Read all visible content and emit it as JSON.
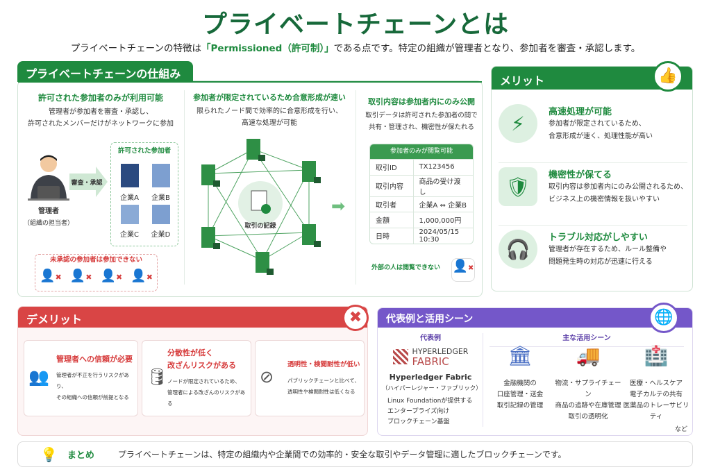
{
  "title": "プライベートチェーンとは",
  "subtitle": {
    "before": "プライベートチェーンの特徴は",
    "highlight": "「Permissioned（許可制）」",
    "after": "である点です。特定の組織が管理者となり、参加者を審査・承認します。"
  },
  "mechanism": {
    "header": "プライベートチェーンの仕組み",
    "col1": {
      "title": "許可された参加者のみが利用可能",
      "desc1": "管理者が参加者を審査・承認し、",
      "desc2": "許可されたメンバーだけがネットワークに参加",
      "admin": "管理者",
      "admin_sub": "（組織の担当者）",
      "arrow": "審査・承認",
      "allowed_title": "許可された参加者",
      "companies": [
        "企業A",
        "企業B",
        "企業C",
        "企業D"
      ],
      "rejected_title": "未承認の参加者は参加できない"
    },
    "col2": {
      "title": "参加者が限定されているため合意形成が速い",
      "desc1": "限られたノード間で効率的に合意形成を行い、",
      "desc2": "高速な処理が可能",
      "center": "取引の記録"
    },
    "col3": {
      "title": "取引内容は参加者内にのみ公開",
      "desc1": "取引データは許可された参加者の間で",
      "desc2": "共有・管理され、機密性が保たれる",
      "table_header": "参加者のみが閲覧可能",
      "rows": [
        [
          "取引ID",
          "TX123456"
        ],
        [
          "取引内容",
          "商品の受け渡し"
        ],
        [
          "取引者",
          "企業A ⇔ 企業B"
        ],
        [
          "金額",
          "1,000,000円"
        ],
        [
          "日時",
          "2024/05/15 10:30"
        ]
      ],
      "outsider": "外部の人は閲覧できない"
    }
  },
  "merits": {
    "header": "メリット",
    "items": [
      {
        "icon": "lightning-icon",
        "title": "高速処理が可能",
        "line1": "参加者が限定されているため、",
        "line2": "合意形成が速く、処理性能が高い"
      },
      {
        "icon": "shield-lock-icon",
        "title": "機密性が保てる",
        "line1": "取引内容は参加者内にのみ公開されるため、",
        "line2": "ビジネス上の機密情報を扱いやすい"
      },
      {
        "icon": "headset-icon",
        "title": "トラブル対応がしやすい",
        "line1": "管理者が存在するため、ルール整備や",
        "line2": "問題発生時の対応が迅速に行える"
      }
    ]
  },
  "demerits": {
    "header": "デメリット",
    "items": [
      {
        "icon": "users-icon",
        "title1": "管理者への信頼が必要",
        "title2": "",
        "line1": "管理者が不正を行うリスクがあり、",
        "line2": "その組織への信頼が前提となる"
      },
      {
        "icon": "database-icon",
        "title1": "分散性が低く",
        "title2": "改ざんリスクがある",
        "line1": "ノードが限定されているため、",
        "line2": "管理者による改ざんのリスクがある"
      },
      {
        "icon": "eye-slash-icon",
        "title1": "透明性・検閲耐性が低い",
        "title2": "",
        "line1": "パブリックチェーンと比べて、",
        "line2": "透明性や検閲耐性は低くなる"
      }
    ]
  },
  "examples": {
    "header": "代表例と活用シーン",
    "example_title": "代表例",
    "logo_line1": "HYPERLEDGER",
    "logo_line2": "FABRIC",
    "name": "Hyperledger Fabric",
    "reading": "（ハイパーレジャー・ファブリック）",
    "desc": [
      "Linux Foundationが提供する",
      "エンタープライズ向け",
      "ブロックチェーン基盤"
    ],
    "scenes_title": "主な活用シーン",
    "scenes": [
      {
        "icon": "bank-icon",
        "lines": [
          "金融機関の",
          "口座管理・送金",
          "取引記録の管理"
        ]
      },
      {
        "icon": "truck-icon",
        "lines": [
          "物流・サプライチェーン",
          "商品の追跡や在庫管理",
          "取引の透明化"
        ]
      },
      {
        "icon": "hospital-icon",
        "lines": [
          "医療・ヘルスケア",
          "電子カルテの共有",
          "医薬品のトレーサビリティ"
        ]
      }
    ],
    "etc": "など"
  },
  "summary": {
    "label": "まとめ",
    "text": "プライベートチェーンは、特定の組織内や企業間での効率的・安全な取引やデータ管理に適したブロックチェーンです。"
  },
  "colors": {
    "green": "#1f8a3f",
    "red": "#d94545",
    "purple": "#7457c9"
  }
}
